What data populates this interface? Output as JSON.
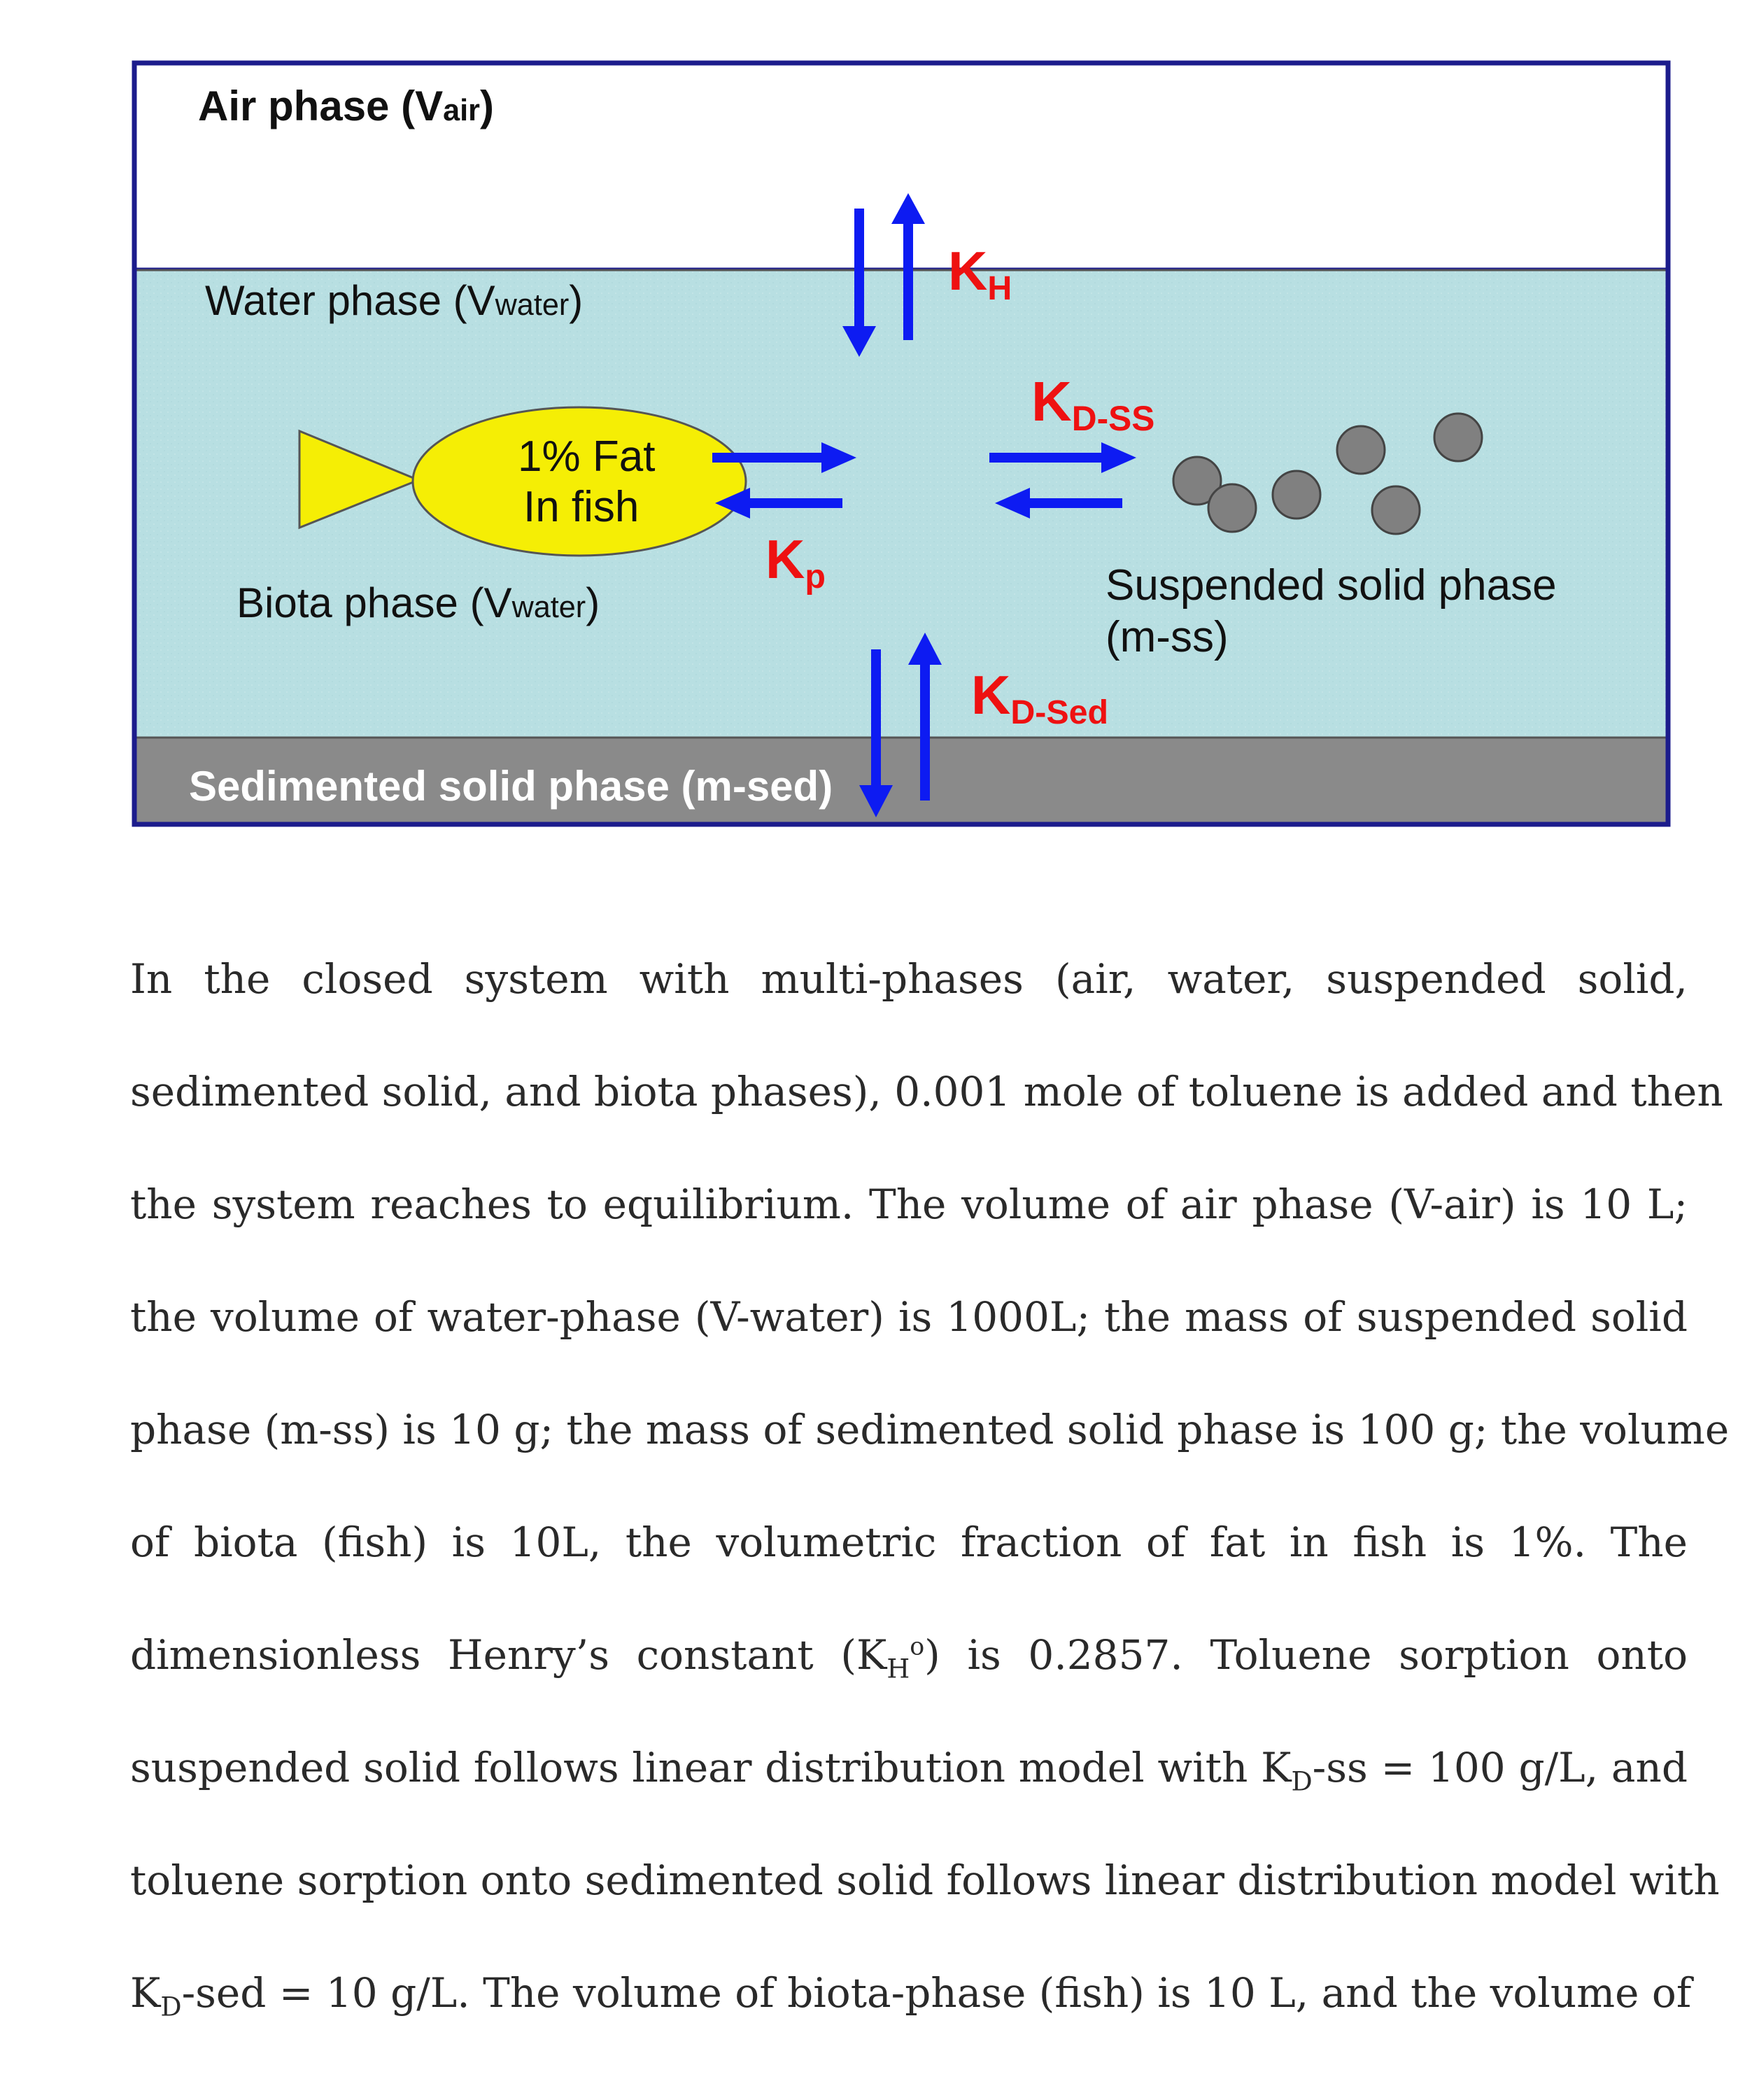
{
  "diagram": {
    "air_label": "Air phase (V",
    "air_sub": "air",
    "air_close": ")",
    "water_label": "Water phase (V",
    "water_sub": "water",
    "water_close": ")",
    "biota_label": "Biota phase (V",
    "biota_sub": "water",
    "biota_close": ")",
    "fish_text_line1": "1% Fat",
    "fish_text_line2": "In fish",
    "suspended_label_line1": "Suspended solid phase",
    "suspended_label_line2": "(m-ss)",
    "sediment_label": "Sedimented solid phase (m-sed)",
    "kh_main": "K",
    "kh_sub": "H",
    "kdss_main": "K",
    "kdss_sub": "D-SS",
    "kp_main": "K",
    "kp_sub": "p",
    "kdsed_main": "K",
    "kdsed_sub": "D-Sed",
    "colors": {
      "border": "#1c1c8c",
      "water": "#b8dfe2",
      "sediment": "#8a8a8a",
      "fish": "#f5ee05",
      "arrow": "#0d1bf2",
      "constant_label": "#ee1111",
      "particle": "#808080"
    }
  },
  "paragraph": {
    "l1": "In the closed system with multi-phases (air, water, suspended solid,",
    "l2": "sedimented solid, and biota phases), 0.001 mole of toluene is added and then",
    "l3": "the system reaches to equilibrium. The volume of air phase (V-air) is 10 L;",
    "l4": "the volume of water-phase (V-water) is 1000L; the mass of suspended solid",
    "l5": "phase (m-ss) is 10 g; the mass of sedimented solid phase is 100 g; the volume",
    "l6": "of biota (fish) is 10L, the volumetric fraction of fat in fish is 1%. The",
    "l7a": "dimensionless Henry’s constant (K",
    "l7sub": "H",
    "l7sup": "o",
    "l7b": ") is 0.2857. Toluene sorption onto",
    "l8a": "suspended solid follows linear distribution model with K",
    "l8sub": "D",
    "l8b": "-ss = 100 g/L, and",
    "l9": "toluene sorption onto sedimented solid follows linear distribution model with",
    "l10a": "K",
    "l10sub": "D",
    "l10b": "-sed = 10 g/L. The volume of biota-phase (fish) is 10 L, and the volume of"
  }
}
